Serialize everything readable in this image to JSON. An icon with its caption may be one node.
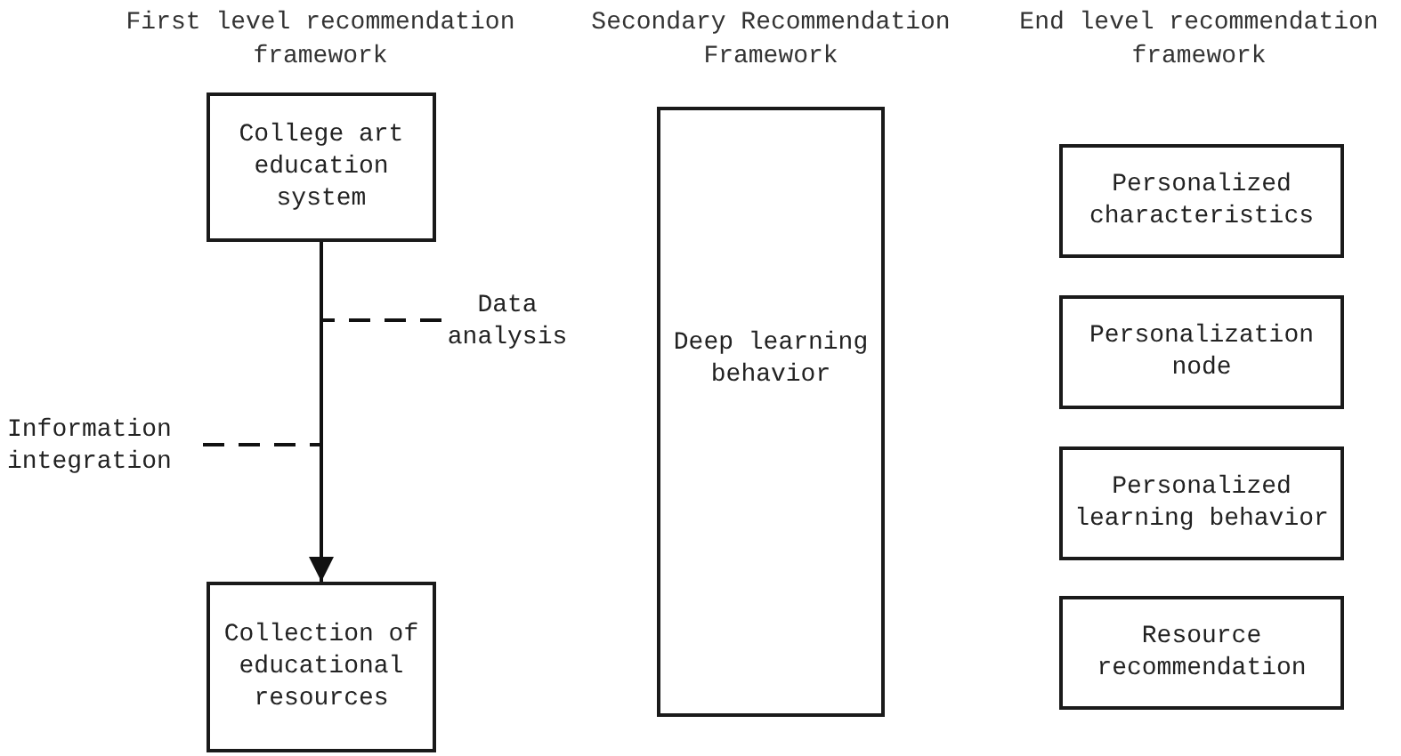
{
  "diagram": {
    "nodes": [
      {
        "text": [
          "College art education system"
        ]
      },
      {
        "text": [
          "Collection of educational resources"
        ]
      },
      {
        "text": [
          "Data analysis"
        ]
      },
      {
        "text": [
          "Information integration"
        ]
      },
      {
        "text": [
          "Deep learning behavior"
        ]
      },
      {
        "text": [
          "Personalized characteristics"
        ]
      },
      {
        "text": [
          "Personalization node"
        ]
      },
      {
        "text": [
          "Personalized learning behavior"
        ]
      },
      {
        "text": [
          "Resource recommendation"
        ]
      }
    ],
    "edges": [
      {
        "from": 0,
        "to": 1,
        "arrow": "to"
      },
      {
        "from": 2,
        "to": null,
        "arrow": "none",
        "style": "dashed"
      },
      {
        "from": 3,
        "to": null,
        "arrow": "none",
        "style": "dashed"
      }
    ],
    "labels": [
      "First level recommendation framework",
      "Secondary Recommendation Framework",
      "End level recommendation framework"
    ]
  }
}
